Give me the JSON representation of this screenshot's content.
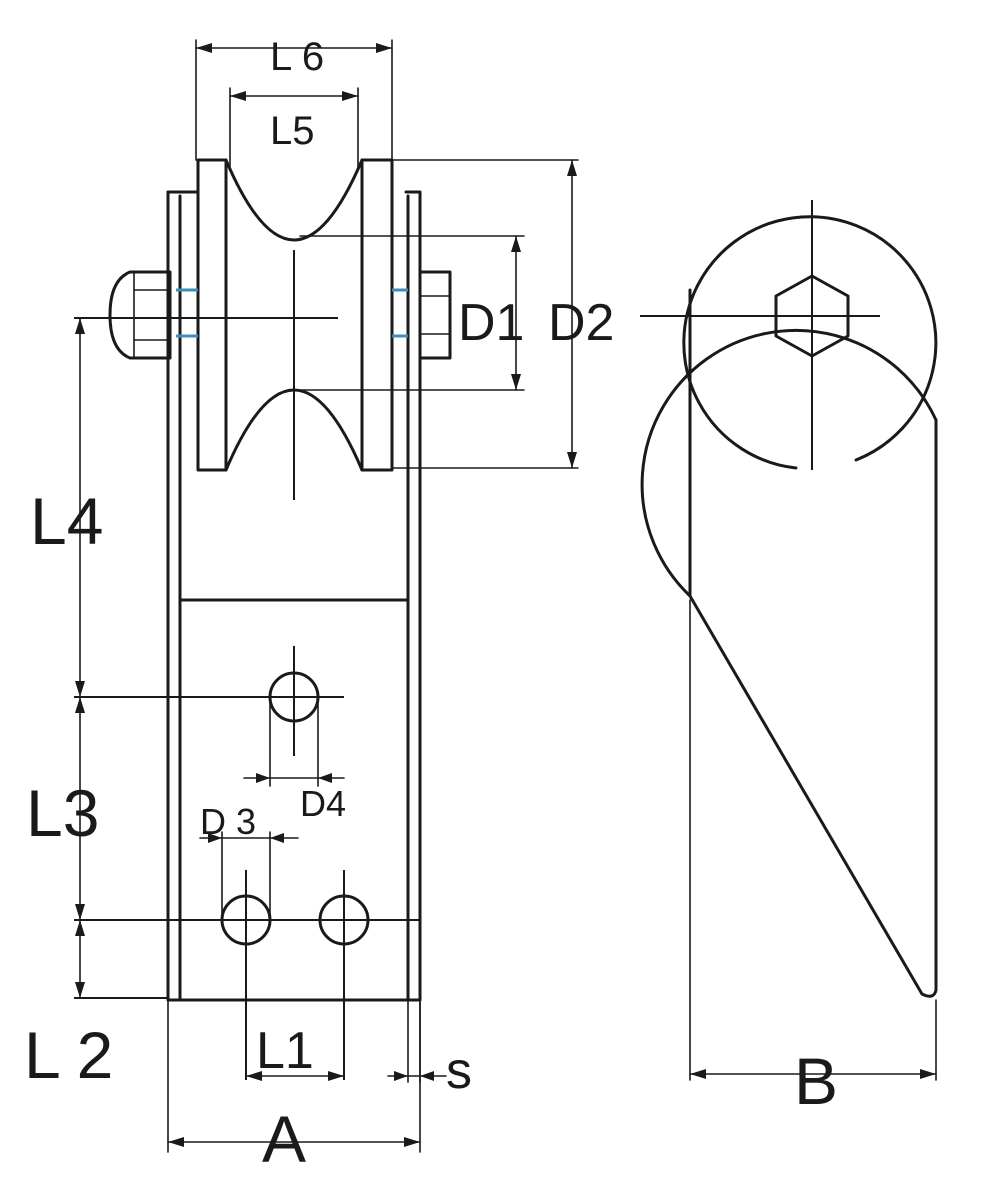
{
  "labels": {
    "L6": "L 6",
    "L5": "L5",
    "D1": "D1",
    "D2": "D2",
    "L4": "L4",
    "L3": "L3",
    "D3": "D 3",
    "D4": "D4",
    "L2": "L 2",
    "L1": "L1",
    "S": "s",
    "A": "A",
    "B": "B"
  }
}
